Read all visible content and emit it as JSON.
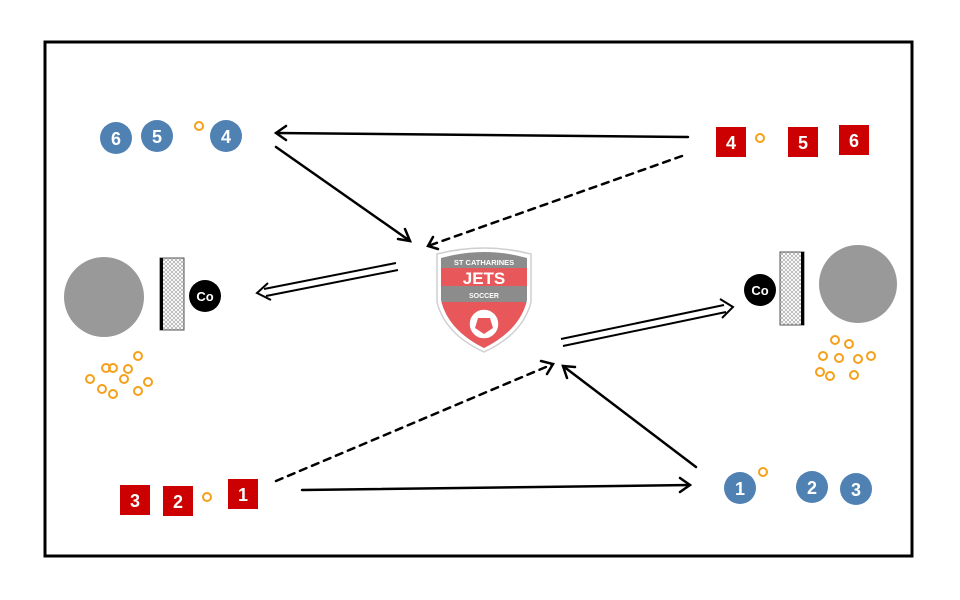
{
  "colors": {
    "field_line": "#000000",
    "blue_team": "#4f81b3",
    "red_team": "#cc0000",
    "ball": "#f5a01a",
    "zone_circle": "#999999",
    "coach": "#000000",
    "logo_red": "#e8585a",
    "logo_gray": "#8c8c8c"
  },
  "logo": {
    "line1": "ST CATHARINES",
    "line2": "JETS",
    "line3": "SOCCER"
  },
  "coach_label": "Co",
  "blue_top": [
    "6",
    "5",
    "4"
  ],
  "red_top": [
    "4",
    "5",
    "6"
  ],
  "red_bottom": [
    "3",
    "2",
    "1"
  ],
  "blue_bottom": [
    "1",
    "2",
    "3"
  ],
  "icons": {
    "goal": "goal-net-icon",
    "ball": "ball-icon",
    "player": "player-marker-icon",
    "coach": "coach-icon",
    "logo": "club-crest-icon"
  }
}
